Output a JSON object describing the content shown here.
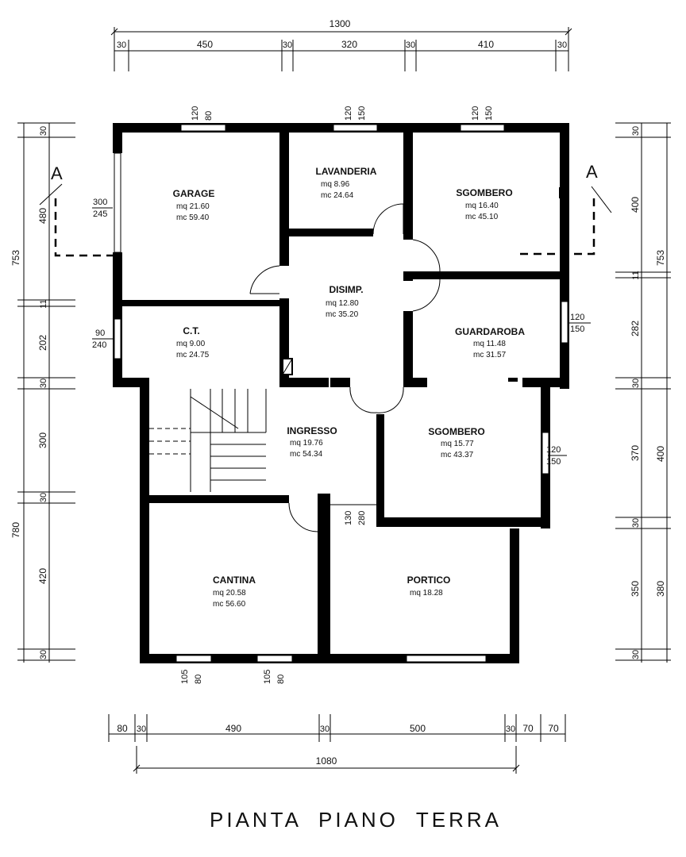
{
  "title": "PIANTA  PIANO  TERRA",
  "section_marks": {
    "left": "A",
    "right": "A"
  },
  "rooms": [
    {
      "name": "GARAGE",
      "mq": "mq  21.60",
      "mc": "mc  59.40"
    },
    {
      "name": "LAVANDERIA",
      "mq": "mq  8.96",
      "mc": "mc  24.64"
    },
    {
      "name": "SGOMBERO",
      "mq": "mq  16.40",
      "mc": "mc  45.10"
    },
    {
      "name": "DISIMP.",
      "mq": "mq  12.80",
      "mc": "mc  35.20"
    },
    {
      "name": "C.T.",
      "mq": "mq  9.00",
      "mc": "mc  24.75"
    },
    {
      "name": "GUARDAROBA",
      "mq": "mq  11.48",
      "mc": "mc  31.57"
    },
    {
      "name": "INGRESSO",
      "mq": "mq  19.76",
      "mc": "mc  54.34"
    },
    {
      "name": "SGOMBERO",
      "mq": "mq  15.77",
      "mc": "mc  43.37"
    },
    {
      "name": "CANTINA",
      "mq": "mq  20.58",
      "mc": "mc   56.60"
    },
    {
      "name": "PORTICO",
      "mq": "mq  18.28",
      "mc": ""
    }
  ],
  "dims": {
    "top_total": "1300",
    "top": [
      "30",
      "450",
      "30",
      "320",
      "30",
      "410",
      "30"
    ],
    "bottom": [
      "80",
      "30",
      "490",
      "30",
      "500",
      "30",
      "70",
      "70"
    ],
    "bottom_total": "1080",
    "left_outer": [
      "753",
      "780"
    ],
    "left_inner": [
      "30",
      "480",
      "11",
      "202",
      "30",
      "300",
      "30",
      "420",
      "30"
    ],
    "right_inner": [
      "30",
      "400",
      "11",
      "282",
      "30",
      "370",
      "30",
      "350",
      "30"
    ],
    "right_outer": [
      "753",
      "400",
      "380"
    ]
  },
  "openings": [
    {
      "a": "120",
      "b": "80"
    },
    {
      "a": "120",
      "b": "150"
    },
    {
      "a": "120",
      "b": "150"
    },
    {
      "a": "300",
      "b": "245"
    },
    {
      "a": "90",
      "b": "240"
    },
    {
      "a": "120",
      "b": "150"
    },
    {
      "a": "120",
      "b": "150"
    },
    {
      "a": "130",
      "b": "280"
    },
    {
      "a": "105",
      "b": "80"
    },
    {
      "a": "105",
      "b": "80"
    }
  ]
}
